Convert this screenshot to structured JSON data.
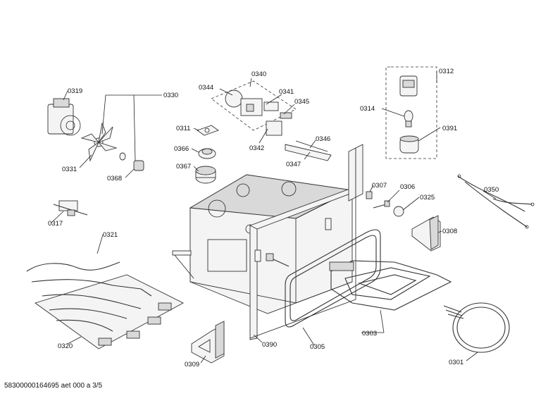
{
  "labels": {
    "p0340": "0340",
    "p0344": "0344",
    "p0341": "0341",
    "p0345": "0345",
    "p0342": "0342",
    "p0346": "0346",
    "p0347": "0347",
    "p0319": "0319",
    "p0330": "0330",
    "p0331": "0331",
    "p0368": "0368",
    "p0311": "0311",
    "p0366": "0366",
    "p0367": "0367",
    "p0312": "0312",
    "p0314": "0314",
    "p0391": "0391",
    "p0307": "0307",
    "p0306": "0306",
    "p0325": "0325",
    "p0350": "0350",
    "p0308": "0308",
    "p0317": "0317",
    "p0321": "0321",
    "p0320": "0320",
    "p0390": "0390",
    "p0305": "0305",
    "p0303": "0303",
    "p0309": "0309",
    "p0301": "0301"
  },
  "footer": "58300000164695 aet 000 a 3/5"
}
